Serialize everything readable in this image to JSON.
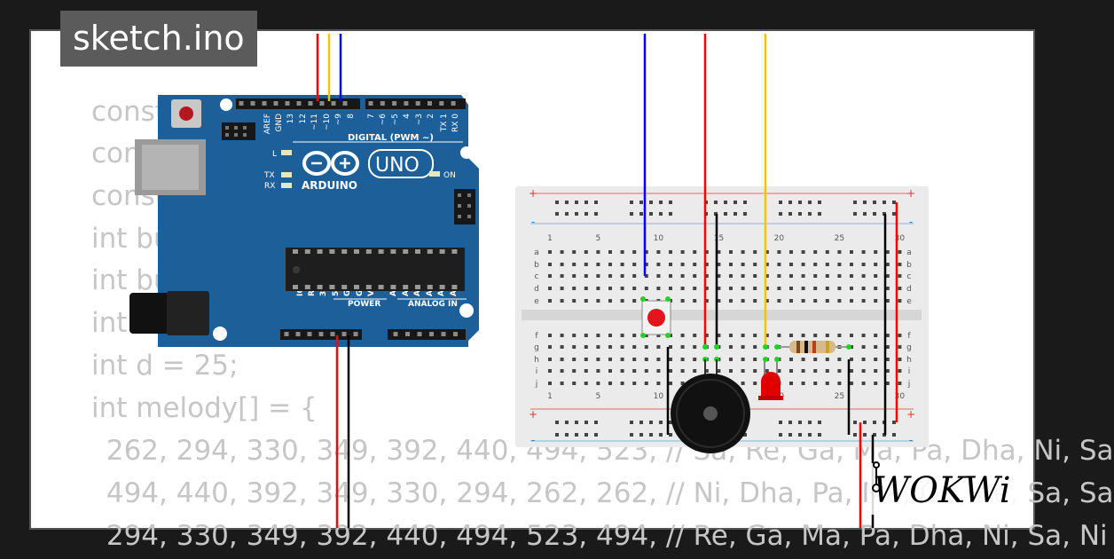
{
  "file_tab": "sketch.ino",
  "code_lines": [
    "const i",
    "const",
    "const i",
    "int butt",
    "int buz",
    "int bri",
    "int d = 25;",
    "int melody[] = {",
    " 262, 294, 330, 349, 392, 440, 494, 523, // Sa, Re, Ga, Ma, Pa, Dha, Ni, Sa",
    " 494, 440, 392, 349, 330, 294, 262, 262, // Ni, Dha, Pa, Ma, Ga, Re, Sa, Sa",
    " 294, 330, 349, 392, 440, 494, 523, 494, // Re, Ga, Ma, Pa, Dha, Ni, Sa, Ni"
  ],
  "arduino": {
    "brand": "ARDUINO",
    "model": "UNO",
    "digital_label": "DIGITAL (PWM ~)",
    "power_label": "POWER",
    "analog_label": "ANALOG IN",
    "led_l": "L",
    "led_tx": "TX",
    "led_rx": "RX",
    "led_on": "ON",
    "top_pins": [
      "AREF",
      "GND",
      "13",
      "12",
      "~11",
      "~10",
      "~9",
      "8",
      "7",
      "~6",
      "~5",
      "4",
      "~3",
      "2",
      "TX 1",
      "RX 0"
    ],
    "bottom_pins": [
      "IOREF",
      "RESET",
      "3.3V",
      "5V",
      "GND",
      "GND",
      "Vin",
      "A0",
      "A1",
      "A2",
      "A3",
      "A4",
      "A5"
    ]
  },
  "breadboard": {
    "col_numbers": [
      "1",
      "5",
      "10",
      "15",
      "20",
      "25",
      "30"
    ],
    "rows_top": [
      "a",
      "b",
      "c",
      "d",
      "e"
    ],
    "rows_bottom": [
      "f",
      "g",
      "h",
      "i",
      "j"
    ],
    "rail_plus": "+",
    "rail_minus": "-"
  },
  "logo_text": "WOKWi",
  "colors": {
    "board": "#1c5f99",
    "wire_red": "#ff0000",
    "wire_yellow": "#f5c400",
    "wire_blue": "#0000ff",
    "wire_black": "#000000"
  }
}
